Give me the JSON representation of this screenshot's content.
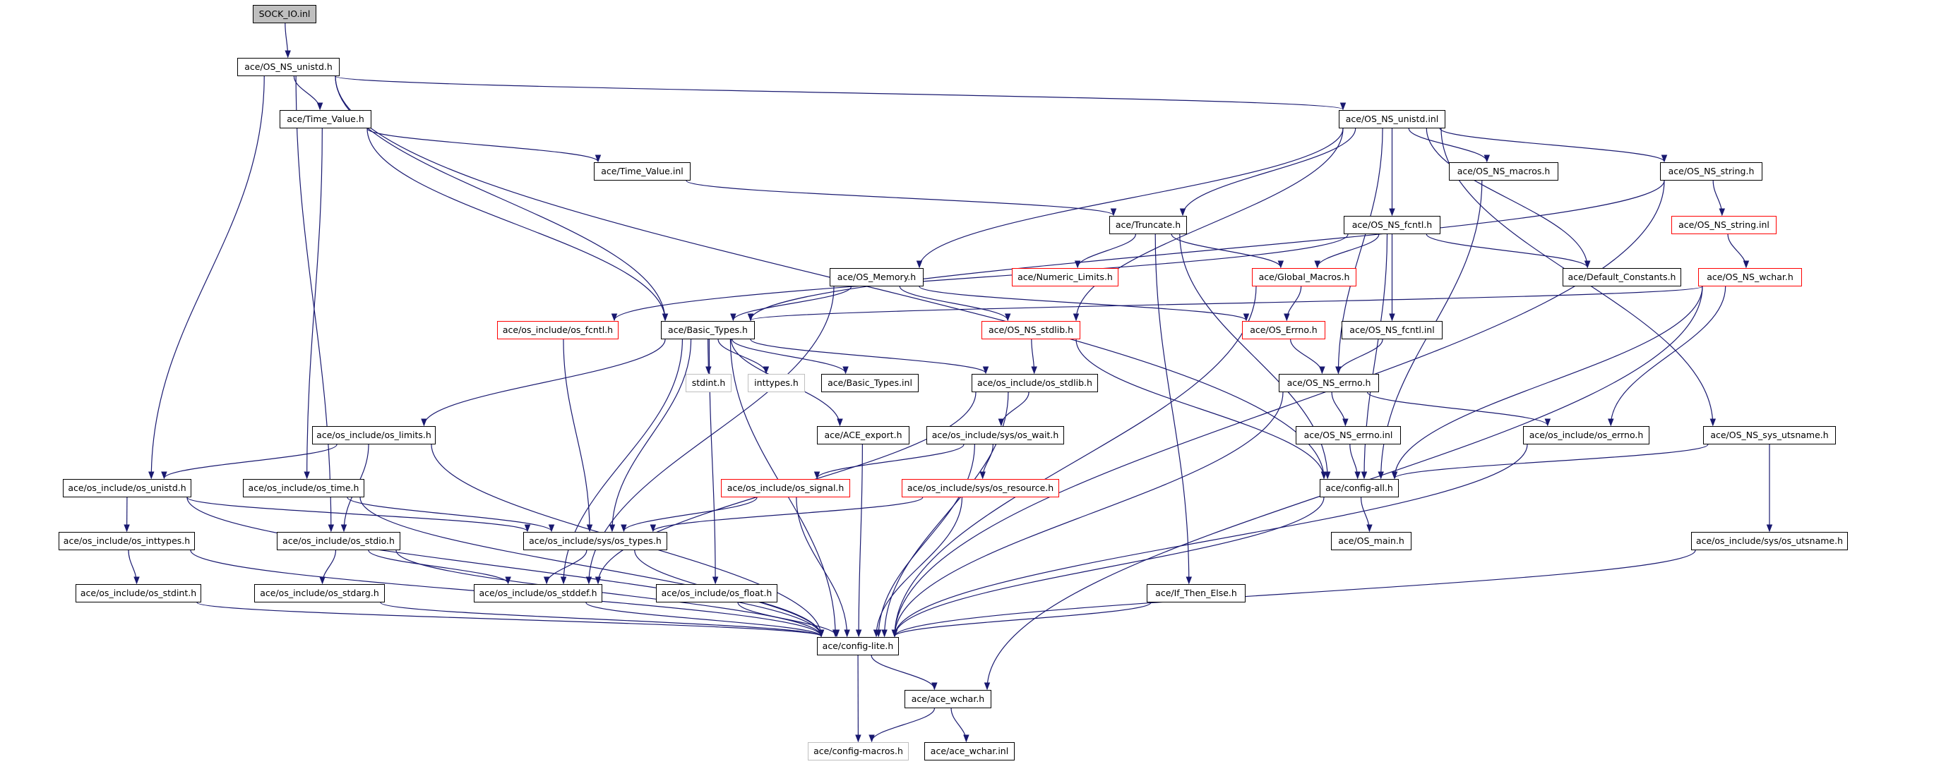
{
  "title": "SOCK_IO.inl include dependency graph",
  "colors": {
    "edge": "#191970",
    "node_border": "#000000",
    "missing_node_border": "#ff0000",
    "system_node_border": "#bfbfbf",
    "root_fill": "#bfbfbf"
  },
  "nodes": [
    {
      "id": "sock_io_inl",
      "label": "SOCK_IO.inl",
      "kind": "root"
    },
    {
      "id": "os_ns_unistd_h",
      "label": "ace/OS_NS_unistd.h",
      "kind": "normal"
    },
    {
      "id": "time_value_h",
      "label": "ace/Time_Value.h",
      "kind": "normal"
    },
    {
      "id": "time_value_inl",
      "label": "ace/Time_Value.inl",
      "kind": "normal"
    },
    {
      "id": "os_ns_unistd_inl",
      "label": "ace/OS_NS_unistd.inl",
      "kind": "normal"
    },
    {
      "id": "os_ns_macros_h",
      "label": "ace/OS_NS_macros.h",
      "kind": "normal"
    },
    {
      "id": "os_ns_string_h",
      "label": "ace/OS_NS_string.h",
      "kind": "normal"
    },
    {
      "id": "truncate_h",
      "label": "ace/Truncate.h",
      "kind": "normal"
    },
    {
      "id": "os_ns_fcntl_h",
      "label": "ace/OS_NS_fcntl.h",
      "kind": "normal"
    },
    {
      "id": "os_ns_string_inl",
      "label": "ace/OS_NS_string.inl",
      "kind": "red"
    },
    {
      "id": "os_memory_h",
      "label": "ace/OS_Memory.h",
      "kind": "normal"
    },
    {
      "id": "numeric_limits_h",
      "label": "ace/Numeric_Limits.h",
      "kind": "red"
    },
    {
      "id": "global_macros_h",
      "label": "ace/Global_Macros.h",
      "kind": "red"
    },
    {
      "id": "default_constants_h",
      "label": "ace/Default_Constants.h",
      "kind": "normal"
    },
    {
      "id": "os_ns_wchar_h",
      "label": "ace/OS_NS_wchar.h",
      "kind": "red"
    },
    {
      "id": "os_fcntl_h",
      "label": "ace/os_include/os_fcntl.h",
      "kind": "red"
    },
    {
      "id": "basic_types_h",
      "label": "ace/Basic_Types.h",
      "kind": "normal"
    },
    {
      "id": "os_ns_stdlib_h",
      "label": "ace/OS_NS_stdlib.h",
      "kind": "red"
    },
    {
      "id": "os_errno_cap_h",
      "label": "ace/OS_Errno.h",
      "kind": "red"
    },
    {
      "id": "os_ns_fcntl_inl",
      "label": "ace/OS_NS_fcntl.inl",
      "kind": "normal"
    },
    {
      "id": "stdint_h",
      "label": "stdint.h",
      "kind": "grey"
    },
    {
      "id": "inttypes_h",
      "label": "inttypes.h",
      "kind": "grey"
    },
    {
      "id": "basic_types_inl",
      "label": "ace/Basic_Types.inl",
      "kind": "normal"
    },
    {
      "id": "os_stdlib_h",
      "label": "ace/os_include/os_stdlib.h",
      "kind": "normal"
    },
    {
      "id": "os_ns_errno_h",
      "label": "ace/OS_NS_errno.h",
      "kind": "normal"
    },
    {
      "id": "os_limits_h",
      "label": "ace/os_include/os_limits.h",
      "kind": "normal"
    },
    {
      "id": "ace_export_h",
      "label": "ace/ACE_export.h",
      "kind": "normal"
    },
    {
      "id": "os_wait_h",
      "label": "ace/os_include/sys/os_wait.h",
      "kind": "normal"
    },
    {
      "id": "os_ns_errno_inl",
      "label": "ace/OS_NS_errno.inl",
      "kind": "normal"
    },
    {
      "id": "os_errno_h",
      "label": "ace/os_include/os_errno.h",
      "kind": "normal"
    },
    {
      "id": "os_ns_sys_utsname_h",
      "label": "ace/OS_NS_sys_utsname.h",
      "kind": "normal"
    },
    {
      "id": "os_unistd_h",
      "label": "ace/os_include/os_unistd.h",
      "kind": "normal"
    },
    {
      "id": "os_time_h",
      "label": "ace/os_include/os_time.h",
      "kind": "normal"
    },
    {
      "id": "os_signal_h",
      "label": "ace/os_include/os_signal.h",
      "kind": "red"
    },
    {
      "id": "os_resource_h",
      "label": "ace/os_include/sys/os_resource.h",
      "kind": "red"
    },
    {
      "id": "config_all_h",
      "label": "ace/config-all.h",
      "kind": "normal"
    },
    {
      "id": "os_inttypes_h",
      "label": "ace/os_include/os_inttypes.h",
      "kind": "normal"
    },
    {
      "id": "os_stdio_h",
      "label": "ace/os_include/os_stdio.h",
      "kind": "normal"
    },
    {
      "id": "os_types_h",
      "label": "ace/os_include/sys/os_types.h",
      "kind": "normal"
    },
    {
      "id": "os_main_h",
      "label": "ace/OS_main.h",
      "kind": "normal"
    },
    {
      "id": "os_utsname_h",
      "label": "ace/os_include/sys/os_utsname.h",
      "kind": "normal"
    },
    {
      "id": "os_stdint_h",
      "label": "ace/os_include/os_stdint.h",
      "kind": "normal"
    },
    {
      "id": "os_stdarg_h",
      "label": "ace/os_include/os_stdarg.h",
      "kind": "normal"
    },
    {
      "id": "os_stddef_h",
      "label": "ace/os_include/os_stddef.h",
      "kind": "normal"
    },
    {
      "id": "os_float_h",
      "label": "ace/os_include/os_float.h",
      "kind": "normal"
    },
    {
      "id": "if_then_else_h",
      "label": "ace/If_Then_Else.h",
      "kind": "normal"
    },
    {
      "id": "config_lite_h",
      "label": "ace/config-lite.h",
      "kind": "normal"
    },
    {
      "id": "ace_wchar_h",
      "label": "ace/ace_wchar.h",
      "kind": "normal"
    },
    {
      "id": "config_macros_h",
      "label": "ace/config-macros.h",
      "kind": "grey"
    },
    {
      "id": "ace_wchar_inl",
      "label": "ace/ace_wchar.inl",
      "kind": "normal"
    }
  ],
  "edges": [
    [
      "sock_io_inl",
      "os_ns_unistd_h"
    ],
    [
      "os_ns_unistd_h",
      "time_value_h"
    ],
    [
      "os_ns_unistd_h",
      "os_ns_unistd_inl"
    ],
    [
      "os_ns_unistd_h",
      "basic_types_h"
    ],
    [
      "os_ns_unistd_h",
      "os_unistd_h"
    ],
    [
      "os_ns_unistd_h",
      "os_stdio_h"
    ],
    [
      "os_ns_unistd_h",
      "config_all_h"
    ],
    [
      "time_value_h",
      "time_value_inl"
    ],
    [
      "time_value_h",
      "basic_types_h"
    ],
    [
      "time_value_h",
      "os_time_h"
    ],
    [
      "time_value_inl",
      "truncate_h"
    ],
    [
      "os_ns_unistd_inl",
      "os_ns_macros_h"
    ],
    [
      "os_ns_unistd_inl",
      "os_ns_string_h"
    ],
    [
      "os_ns_unistd_inl",
      "truncate_h"
    ],
    [
      "os_ns_unistd_inl",
      "os_ns_fcntl_h"
    ],
    [
      "os_ns_unistd_inl",
      "os_memory_h"
    ],
    [
      "os_ns_unistd_inl",
      "default_constants_h"
    ],
    [
      "os_ns_unistd_inl",
      "os_ns_errno_h"
    ],
    [
      "os_ns_unistd_inl",
      "os_ns_sys_utsname_h"
    ],
    [
      "os_ns_unistd_inl",
      "os_ns_stdlib_h"
    ],
    [
      "os_ns_macros_h",
      "config_all_h"
    ],
    [
      "os_ns_string_h",
      "os_ns_string_inl"
    ],
    [
      "os_ns_string_h",
      "basic_types_h"
    ],
    [
      "os_ns_string_h",
      "config_lite_h"
    ],
    [
      "os_ns_string_inl",
      "os_ns_wchar_h"
    ],
    [
      "truncate_h",
      "numeric_limits_h"
    ],
    [
      "truncate_h",
      "global_macros_h"
    ],
    [
      "truncate_h",
      "if_then_else_h"
    ],
    [
      "truncate_h",
      "config_all_h"
    ],
    [
      "os_ns_fcntl_h",
      "global_macros_h"
    ],
    [
      "os_ns_fcntl_h",
      "default_constants_h"
    ],
    [
      "os_ns_fcntl_h",
      "os_ns_fcntl_inl"
    ],
    [
      "os_ns_fcntl_h",
      "os_fcntl_h"
    ],
    [
      "os_ns_fcntl_h",
      "config_all_h"
    ],
    [
      "os_memory_h",
      "basic_types_h"
    ],
    [
      "os_memory_h",
      "os_errno_cap_h"
    ],
    [
      "os_memory_h",
      "os_ns_stdlib_h"
    ],
    [
      "os_memory_h",
      "os_stddef_h"
    ],
    [
      "global_macros_h",
      "os_errno_cap_h"
    ],
    [
      "global_macros_h",
      "config_lite_h"
    ],
    [
      "os_ns_wchar_h",
      "basic_types_h"
    ],
    [
      "os_ns_wchar_h",
      "config_all_h"
    ],
    [
      "os_ns_wchar_h",
      "os_errno_h"
    ],
    [
      "os_ns_wchar_h",
      "ace_wchar_h"
    ],
    [
      "os_fcntl_h",
      "os_types_h"
    ],
    [
      "basic_types_h",
      "stdint_h"
    ],
    [
      "basic_types_h",
      "inttypes_h"
    ],
    [
      "basic_types_h",
      "basic_types_inl"
    ],
    [
      "basic_types_h",
      "os_stdlib_h"
    ],
    [
      "basic_types_h",
      "ace_export_h"
    ],
    [
      "basic_types_h",
      "os_limits_h"
    ],
    [
      "basic_types_h",
      "os_types_h"
    ],
    [
      "basic_types_h",
      "os_stddef_h"
    ],
    [
      "basic_types_h",
      "os_float_h"
    ],
    [
      "basic_types_h",
      "config_lite_h"
    ],
    [
      "os_ns_stdlib_h",
      "os_stdlib_h"
    ],
    [
      "os_ns_stdlib_h",
      "config_all_h"
    ],
    [
      "os_errno_cap_h",
      "os_ns_errno_h"
    ],
    [
      "os_ns_fcntl_inl",
      "os_ns_errno_h"
    ],
    [
      "os_stdlib_h",
      "os_wait_h"
    ],
    [
      "os_stdlib_h",
      "os_stddef_h"
    ],
    [
      "os_stdlib_h",
      "config_lite_h"
    ],
    [
      "os_ns_errno_h",
      "os_ns_errno_inl"
    ],
    [
      "os_ns_errno_h",
      "os_errno_h"
    ],
    [
      "os_ns_errno_h",
      "config_lite_h"
    ],
    [
      "os_limits_h",
      "os_unistd_h"
    ],
    [
      "os_limits_h",
      "os_stdio_h"
    ],
    [
      "os_limits_h",
      "config_lite_h"
    ],
    [
      "ace_export_h",
      "config_lite_h"
    ],
    [
      "os_wait_h",
      "os_signal_h"
    ],
    [
      "os_wait_h",
      "os_resource_h"
    ],
    [
      "os_wait_h",
      "config_lite_h"
    ],
    [
      "os_ns_errno_inl",
      "config_all_h"
    ],
    [
      "os_errno_h",
      "config_lite_h"
    ],
    [
      "os_ns_sys_utsname_h",
      "config_all_h"
    ],
    [
      "os_ns_sys_utsname_h",
      "os_utsname_h"
    ],
    [
      "os_unistd_h",
      "os_inttypes_h"
    ],
    [
      "os_unistd_h",
      "os_types_h"
    ],
    [
      "os_unistd_h",
      "config_lite_h"
    ],
    [
      "os_time_h",
      "os_types_h"
    ],
    [
      "os_time_h",
      "config_lite_h"
    ],
    [
      "os_signal_h",
      "os_types_h"
    ],
    [
      "os_signal_h",
      "config_lite_h"
    ],
    [
      "os_resource_h",
      "os_types_h"
    ],
    [
      "os_resource_h",
      "config_lite_h"
    ],
    [
      "config_all_h",
      "os_main_h"
    ],
    [
      "config_all_h",
      "config_lite_h"
    ],
    [
      "os_inttypes_h",
      "os_stdint_h"
    ],
    [
      "os_inttypes_h",
      "config_lite_h"
    ],
    [
      "os_stdio_h",
      "os_stdarg_h"
    ],
    [
      "os_stdio_h",
      "os_stddef_h"
    ],
    [
      "os_stdio_h",
      "config_lite_h"
    ],
    [
      "os_types_h",
      "os_stddef_h"
    ],
    [
      "os_types_h",
      "config_lite_h"
    ],
    [
      "os_utsname_h",
      "config_lite_h"
    ],
    [
      "os_stdint_h",
      "config_lite_h"
    ],
    [
      "os_stdarg_h",
      "config_lite_h"
    ],
    [
      "os_stddef_h",
      "config_lite_h"
    ],
    [
      "os_float_h",
      "config_lite_h"
    ],
    [
      "if_then_else_h",
      "config_lite_h"
    ],
    [
      "config_lite_h",
      "ace_wchar_h"
    ],
    [
      "config_lite_h",
      "config_macros_h"
    ],
    [
      "ace_wchar_h",
      "config_macros_h"
    ],
    [
      "ace_wchar_h",
      "ace_wchar_inl"
    ]
  ]
}
